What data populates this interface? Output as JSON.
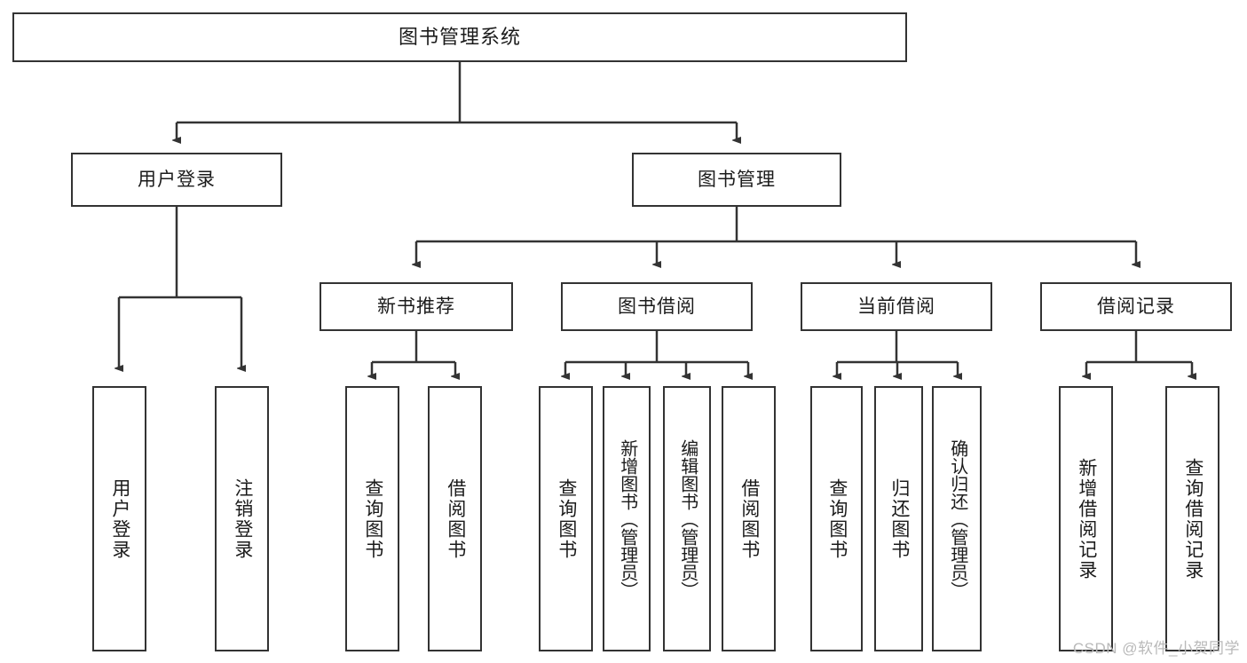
{
  "diagram": {
    "title": "图书管理系统",
    "type": "tree",
    "watermark": "CSDN @软件_小贺同学",
    "colors": {
      "box_border": "#333333",
      "box_fill": "#ffffff",
      "connector": "#333333",
      "text": "#1b1b1b",
      "watermark": "#b9b9b9"
    },
    "root": {
      "label": "图书管理系统"
    },
    "level2": [
      {
        "label": "用户登录"
      },
      {
        "label": "图书管理"
      }
    ],
    "level3": [
      {
        "label": "新书推荐"
      },
      {
        "label": "图书借阅"
      },
      {
        "label": "当前借阅"
      },
      {
        "label": "借阅记录"
      }
    ],
    "leaves": {
      "user_login": [
        {
          "label": "用户登录"
        },
        {
          "label": "注销登录"
        }
      ],
      "new_book_recommend": [
        {
          "label": "查询图书"
        },
        {
          "label": "借阅图书"
        }
      ],
      "book_borrow": [
        {
          "label": "查询图书"
        },
        {
          "label": "新增图书（管理员）"
        },
        {
          "label": "编辑图书（管理员）"
        },
        {
          "label": "借阅图书"
        }
      ],
      "current_borrow": [
        {
          "label": "查询图书"
        },
        {
          "label": "归还图书"
        },
        {
          "label": "确认归还（管理员）"
        }
      ],
      "borrow_record": [
        {
          "label": "新增借阅记录"
        },
        {
          "label": "查询借阅记录"
        }
      ]
    }
  }
}
